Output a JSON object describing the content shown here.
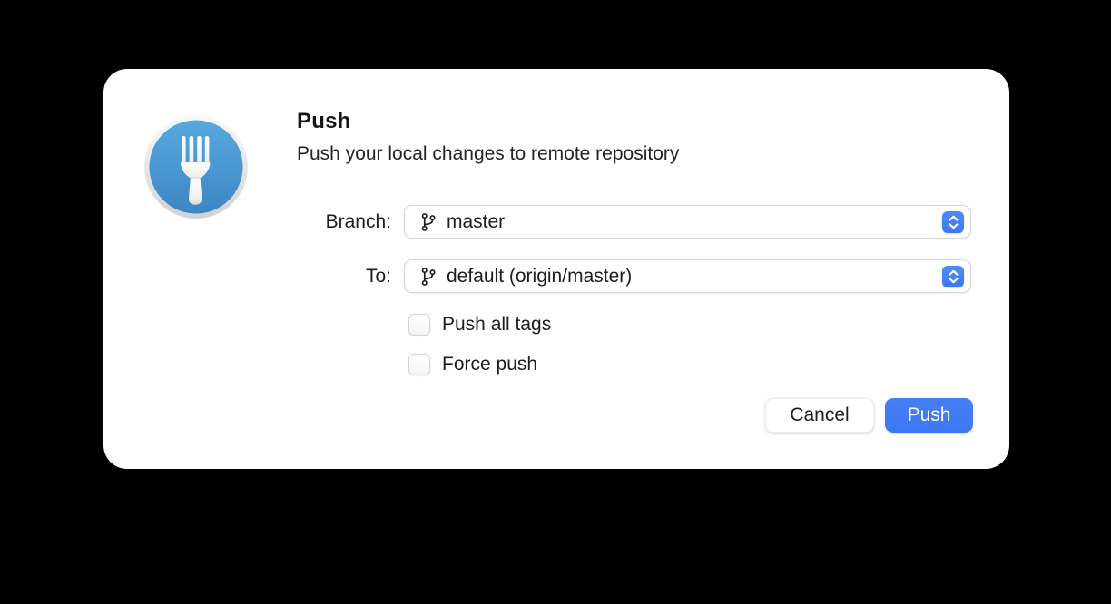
{
  "dialog": {
    "title": "Push",
    "subtitle": "Push your local changes to remote repository",
    "app_icon": "fork-app-icon"
  },
  "fields": [
    {
      "label": "Branch:",
      "value": "master",
      "icon": "git-branch-icon"
    },
    {
      "label": "To:",
      "value": "default (origin/master)",
      "icon": "git-branch-icon"
    }
  ],
  "options": [
    {
      "label": "Push all tags",
      "checked": false
    },
    {
      "label": "Force push",
      "checked": false
    }
  ],
  "buttons": {
    "cancel": "Cancel",
    "confirm": "Push"
  },
  "colors": {
    "accent": "#3b78f4",
    "dialog_bg": "#ffffff",
    "background": "#000000",
    "icon_blue": "#4795d2"
  }
}
